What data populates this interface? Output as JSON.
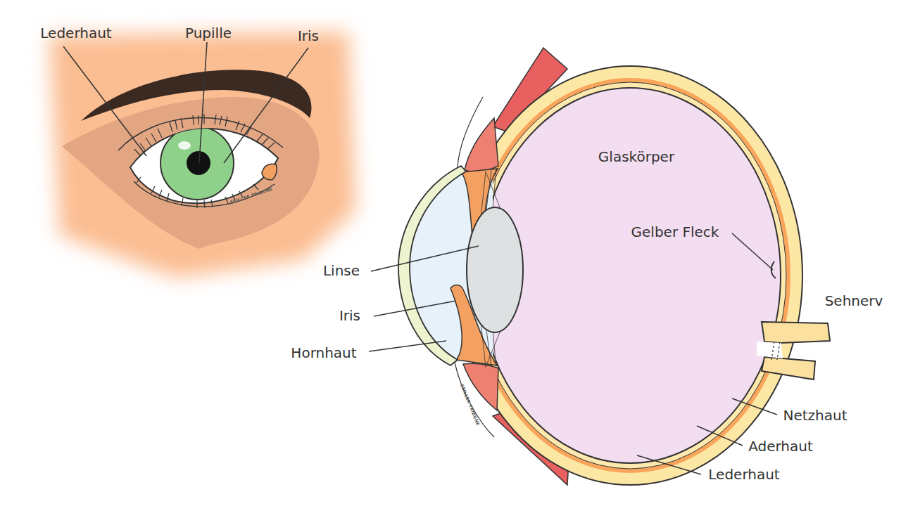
{
  "diagram": {
    "labels": [
      "Lederhaut",
      "Pupille",
      "Iris",
      "Glaskörper",
      "Gelber Fleck",
      "Linse",
      "Iris",
      "Sehnerv",
      "Hornhaut",
      "Netzhaut",
      "Aderhaut",
      "Lederhaut",
      "SEILLER TRIBUNE",
      "SEILLER TRIBUNE"
    ]
  }
}
